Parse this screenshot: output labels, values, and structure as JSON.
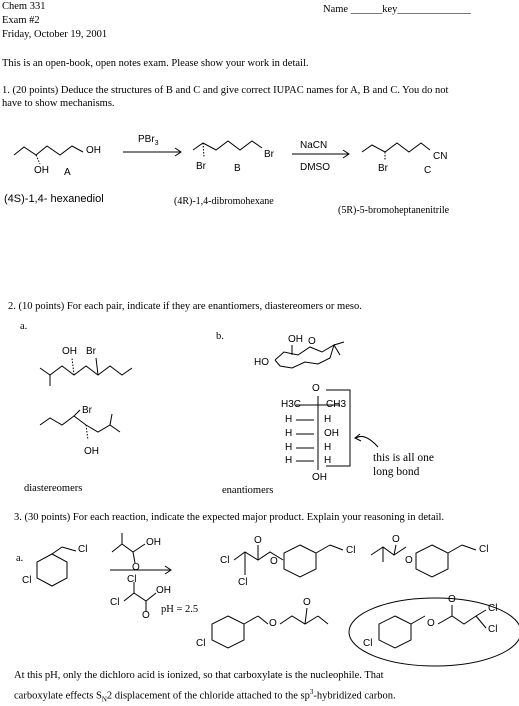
{
  "header": {
    "course": "Chem 331",
    "exam": "Exam #2",
    "date": "Friday, October 19, 2001",
    "name_label": "Name ______key______________"
  },
  "intro": "This is an open-book, open notes exam.  Please show your work in detail.",
  "q1": {
    "line1": "1.  (20 points)  Deduce the structures of B and C and give correct IUPAC names for A, B and C.  You do not",
    "line2": "have to show mechanisms.",
    "reagent1_pre": "PBr",
    "reagent1_sub": "3",
    "reagent2_top": "NaCN",
    "reagent2_bottom": "DMSO",
    "oh_label": "OH",
    "oh_label2": "OH",
    "br_label": "Br",
    "br_label2": "Br",
    "br_label3": "Br",
    "cn_label": "CN",
    "letter_a": "A",
    "letter_b": "B",
    "letter_c": "C",
    "name_a": "(4S)-1,4- hexanediol",
    "name_b": "(4R)-1,4-dibromohexane",
    "name_c": "(5R)-5-bromoheptanenitrile"
  },
  "q2": {
    "text": "2.  (10 points)  For each pair, indicate if they are enantiomers, diastereomers or meso.",
    "part_a": "a.",
    "part_b": "b.",
    "answer_a": "diastereomers",
    "answer_b": "enantiomers",
    "note_line1": "this is all one",
    "note_line2": "long bond",
    "labels": {
      "oh": "OH",
      "br": "Br",
      "br2": "Br",
      "oh2": "OH",
      "ho": "HO",
      "oh3": "OH",
      "o1": "O",
      "o2": "O",
      "h3c": "H3C",
      "ch3": "CH3",
      "h1": "H",
      "h2": "H",
      "h3": "H",
      "h4": "H",
      "h5": "H",
      "h6": "H",
      "h7": "H",
      "oh4": "OH",
      "oh5": "OH"
    }
  },
  "q3": {
    "text": "3.  (30 points)  For each reaction, indicate the expected major product.  Explain your reasoning in detail.",
    "part_a": "a.",
    "ph": "pH = 2.5",
    "explanation_line1": "At this pH, only the dichloro acid is ionized, so that carboxylate is the nucleophile.  That",
    "explanation_line2_pre": "carboxylate effects S",
    "explanation_line2_sub": "N",
    "explanation_line2_mid": "2 displacement of the chloride attached to the sp",
    "explanation_line2_sup": "3",
    "explanation_line2_post": "-hybridized carbon.",
    "labels": {
      "cl_a": "Cl",
      "cl_b": "Cl",
      "oh_a": "OH",
      "o_a": "O",
      "cl_c": "Cl",
      "cl_d": "Cl",
      "oh_b": "OH",
      "o_b": "O",
      "p1_cl1": "Cl",
      "p1_cl2": "Cl",
      "p1_o1": "O",
      "p1_o2": "O",
      "p1_cl3": "Cl",
      "p2_o1": "O",
      "p2_o2": "O",
      "p2_cl": "Cl",
      "p3_cl": "Cl",
      "p3_o1": "O",
      "p3_o2": "O",
      "p4_cl1": "Cl",
      "p4_o1": "O",
      "p4_o2": "O",
      "p4_cl2": "Cl",
      "p4_cl3": "Cl"
    }
  }
}
